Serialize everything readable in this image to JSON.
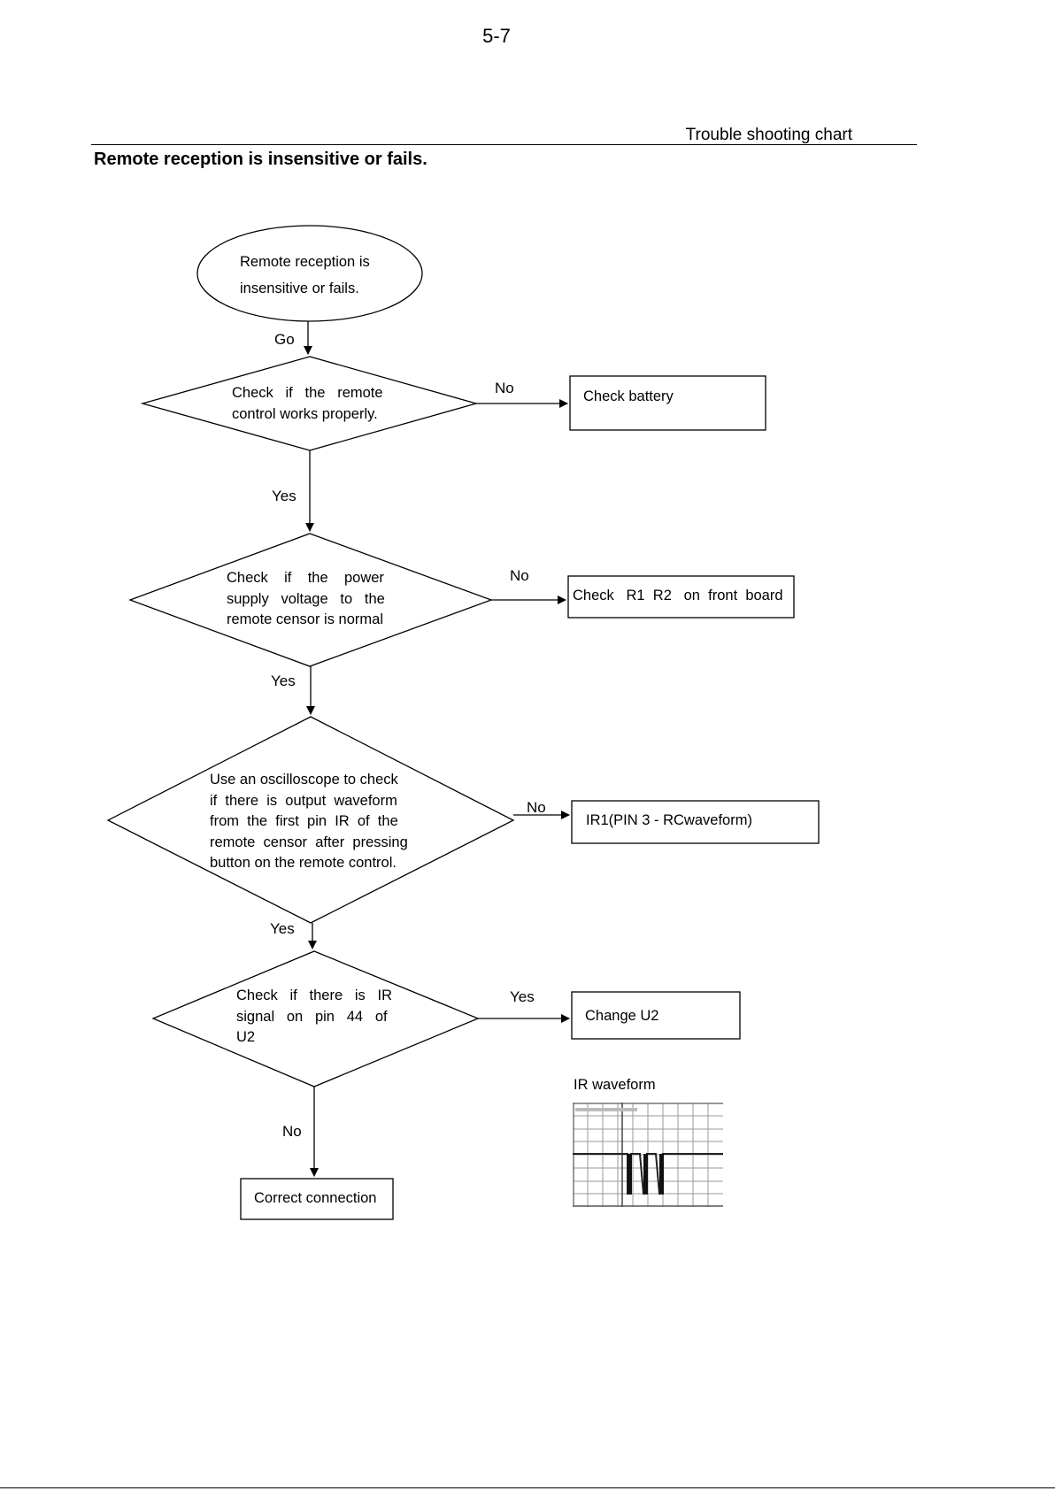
{
  "page": {
    "number": "5-7",
    "header_label": "Trouble shooting chart",
    "section_title": "Remote reception is insensitive or fails."
  },
  "flowchart": {
    "start": {
      "line1": "Remote  reception  is",
      "line2": "insensitive or fails."
    },
    "decision_remote": {
      "line1": "Check   if   the   remote",
      "line2": "control works properly."
    },
    "decision_power": {
      "line1": "Check    if    the    power",
      "line2": "supply   voltage   to   the",
      "line3": "remote censor is normal"
    },
    "decision_scope": {
      "line1": "Use an oscilloscope to check",
      "line2": "if  there  is  output  waveform",
      "line3": "from  the  first  pin  IR  of  the",
      "line4": "remote  censor  after  pressing",
      "line5": "button on the remote control."
    },
    "decision_u2": {
      "line1": "Check   if   there   is   IR",
      "line2": "signal   on   pin   44   of",
      "line3": "U2"
    },
    "action_battery": "Check battery",
    "action_r1r2": "Check   R1  R2   on  front  board",
    "action_ir1": "IR1(PIN 3 - RCwaveform)",
    "action_change_u2": "Change U2",
    "action_correct": "Correct connection",
    "labels": {
      "go": "Go",
      "no_1": "No",
      "yes_1": "Yes",
      "no_2": "No",
      "yes_2": "Yes",
      "no_3": "No",
      "yes_3": "Yes",
      "yes_4": "Yes",
      "no_4": "No"
    }
  },
  "waveform": {
    "caption": "IR waveform",
    "pulse_count": 3
  }
}
